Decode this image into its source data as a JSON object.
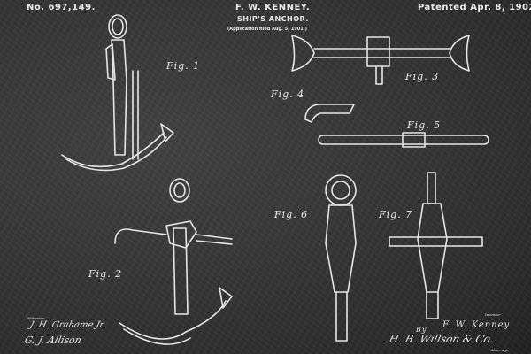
{
  "header": {
    "patent_number": "No. 697,149.",
    "inventor": "F. W. KENNEY.",
    "title": "SHIP'S ANCHOR.",
    "application": "(Application filed Aug. 5, 1901.)",
    "patented": "Patented Apr. 8, 1902."
  },
  "figures": [
    {
      "label": "Fig. 1"
    },
    {
      "label": "Fig. 2"
    },
    {
      "label": "Fig. 3"
    },
    {
      "label": "Fig. 4"
    },
    {
      "label": "Fig. 5"
    },
    {
      "label": "Fig. 6"
    },
    {
      "label": "Fig. 7"
    }
  ],
  "footer": {
    "witnesses_label": "Witnesses",
    "inventor_label": "Inventor",
    "inventor_name": "F. W. Kenney",
    "by": "By",
    "attorneys_signature": "H. B. Willson & Co.",
    "attorneys_label": "Attorneys",
    "witness_signatures": [
      "J. H. Grahame Jr.",
      "G. J. Allison"
    ]
  },
  "colors": {
    "background": "#303130",
    "chalk": "#e6e6e6"
  }
}
